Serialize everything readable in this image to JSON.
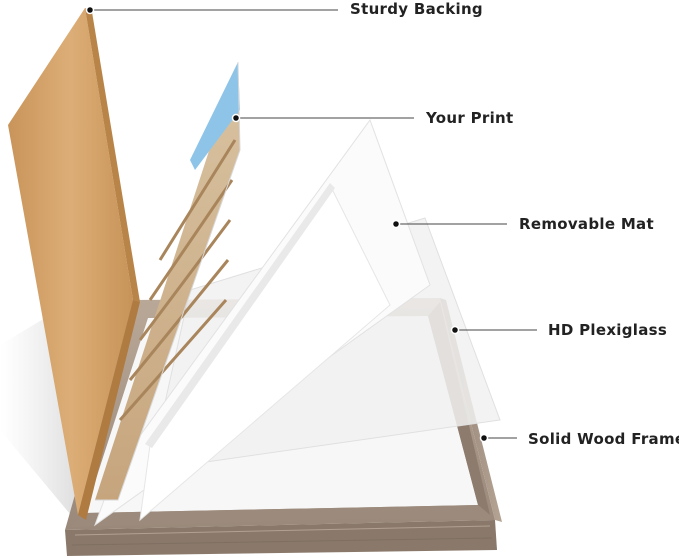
{
  "callouts": {
    "backing": "Sturdy Backing",
    "print": "Your Print",
    "mat": "Removable Mat",
    "plexiglass": "HD Plexiglass",
    "frame": "Solid Wood Frame"
  },
  "colors": {
    "backing": "#d3a46b",
    "frame": "#a8988a",
    "mat": "#fbfbfb",
    "plexiglass": "#f2f2f2",
    "text": "#222222",
    "sky": "#8ec4e8"
  }
}
